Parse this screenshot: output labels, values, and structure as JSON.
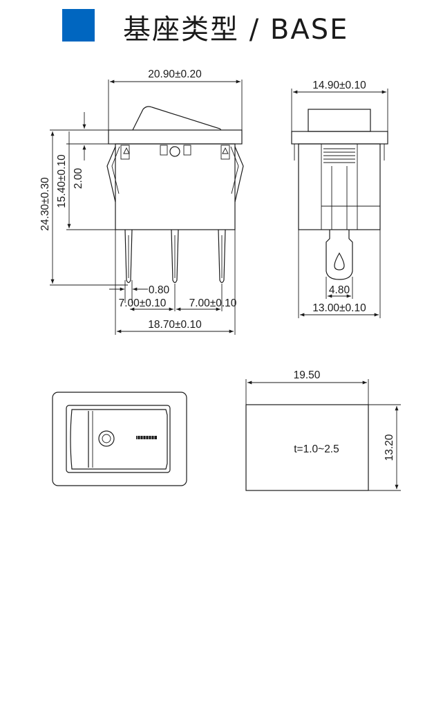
{
  "header": {
    "title": "基座类型 / BASE",
    "accent_color": "#0066c0"
  },
  "front_view": {
    "width_dim": "20.90±0.20",
    "height_total_dim": "24.30±0.30",
    "height_body_dim": "15.40±0.10",
    "flange_dim": "2.00",
    "pin_width_dim": "0.80",
    "pitch_left_dim": "7.00±0.10",
    "pitch_right_dim": "7.00±0.10",
    "body_width_dim": "18.70±0.10"
  },
  "side_view": {
    "width_dim": "14.90±0.10",
    "terminal_width_dim": "4.80",
    "body_width_dim": "13.00±0.10"
  },
  "panel_cutout": {
    "width_dim": "19.50",
    "height_dim": "13.20",
    "thickness_label": "t=1.0~2.5"
  }
}
